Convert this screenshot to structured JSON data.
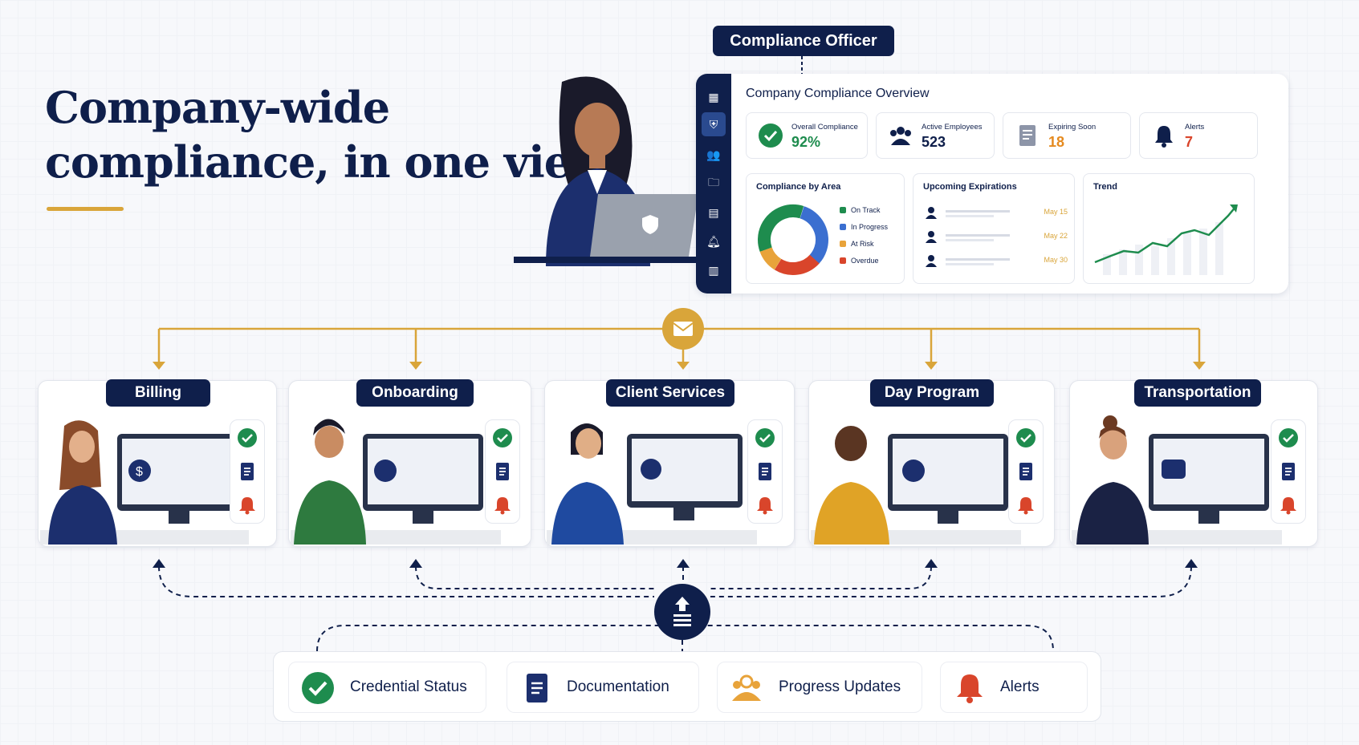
{
  "headline": {
    "line1": "Company-wide",
    "line2": "compliance, in one view"
  },
  "officer": {
    "label": "Compliance Officer"
  },
  "dashboard": {
    "title": "Company Compliance Overview",
    "kpis": [
      {
        "label": "Overall Compliance",
        "value": "92%",
        "icon": "check-circle-icon",
        "color": "#1e8c4e"
      },
      {
        "label": "Active Employees",
        "value": "523",
        "icon": "people-icon",
        "color": "#0f1f4b"
      },
      {
        "label": "Expiring Soon",
        "value": "18",
        "icon": "document-list-icon",
        "color": "#e58a1f"
      },
      {
        "label": "Alerts",
        "value": "7",
        "icon": "bell-icon",
        "color": "#d9452b"
      }
    ],
    "compliance_by_area": {
      "title": "Compliance by Area",
      "legend": [
        {
          "label": "On Track",
          "color": "#1e8c4e"
        },
        {
          "label": "In Progress",
          "color": "#3b6fd0"
        },
        {
          "label": "At Risk",
          "color": "#e8a33a"
        },
        {
          "label": "Overdue",
          "color": "#d9452b"
        }
      ]
    },
    "upcoming_expirations": {
      "title": "Upcoming Expirations",
      "dates": [
        "May 15",
        "May 22",
        "May 30"
      ]
    },
    "trend": {
      "title": "Trend"
    }
  },
  "departments": [
    {
      "name": "Billing"
    },
    {
      "name": "Onboarding"
    },
    {
      "name": "Client Services"
    },
    {
      "name": "Day Program"
    },
    {
      "name": "Transportation"
    }
  ],
  "legend": [
    {
      "label": "Credential Status",
      "icon": "check-circle-icon"
    },
    {
      "label": "Documentation",
      "icon": "document-icon"
    },
    {
      "label": "Progress Updates",
      "icon": "people-icon"
    },
    {
      "label": "Alerts",
      "icon": "bell-icon"
    }
  ],
  "colors": {
    "navy": "#0f1f4b",
    "gold": "#d9a53a",
    "green": "#1e8c4e",
    "red": "#d9452b",
    "orange": "#e58a1f"
  }
}
